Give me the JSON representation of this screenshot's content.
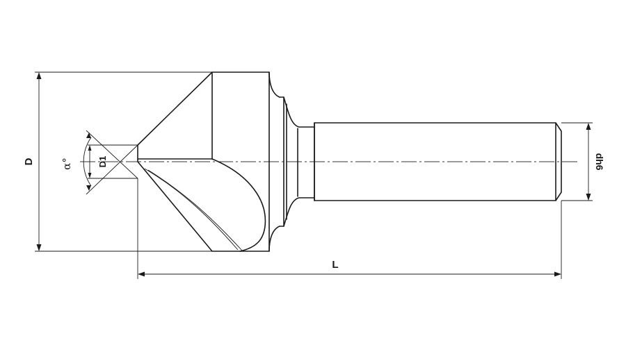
{
  "labels": {
    "outer_diameter": "D",
    "tip_diameter": "D1",
    "angle": "α°",
    "shank_diameter": "dh6",
    "length": "L"
  },
  "colors": {
    "line": "#1a1a1a",
    "background": "#ffffff"
  }
}
